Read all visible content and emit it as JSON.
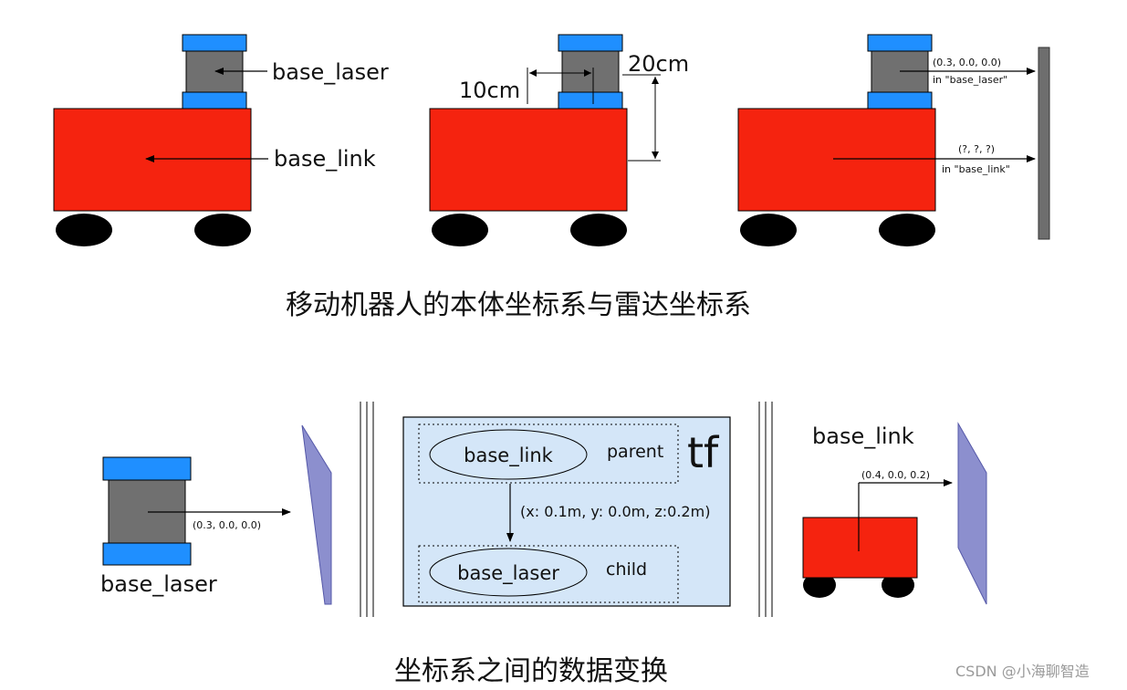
{
  "colors": {
    "body_red": "#f5230f",
    "laser_blue": "#1f8fff",
    "laser_gray": "#707070",
    "wheel_black": "#000000",
    "wall_gray": "#6e6e6e",
    "panel_blue": "#d4e6f8",
    "plane_purple": "#8c8fce"
  },
  "top_panel": {
    "robot1": {
      "laser_label": "base_laser",
      "link_label": "base_link"
    },
    "robot2": {
      "horizontal_offset": "10cm",
      "vertical_offset": "20cm"
    },
    "robot3": {
      "laser_coords": "(0.3, 0.0, 0.0)",
      "laser_frame": "in \"base_laser\"",
      "link_coords": "(?, ?, ?)",
      "link_frame": "in \"base_link\""
    },
    "caption": "移动机器人的本体坐标系与雷达坐标系"
  },
  "bottom_panel": {
    "left": {
      "coords": "(0.3, 0.0, 0.0)",
      "label": "base_laser"
    },
    "tf_box": {
      "title": "tf",
      "parent_node": "base_link",
      "parent_tag": "parent",
      "child_node": "base_laser",
      "child_tag": "child",
      "transform": "(x: 0.1m, y: 0.0m, z:0.2m)"
    },
    "right": {
      "label": "base_link",
      "coords": "(0.4, 0.0, 0.2)"
    },
    "caption": "坐标系之间的数据变换"
  },
  "watermark": "CSDN @小海聊智造"
}
